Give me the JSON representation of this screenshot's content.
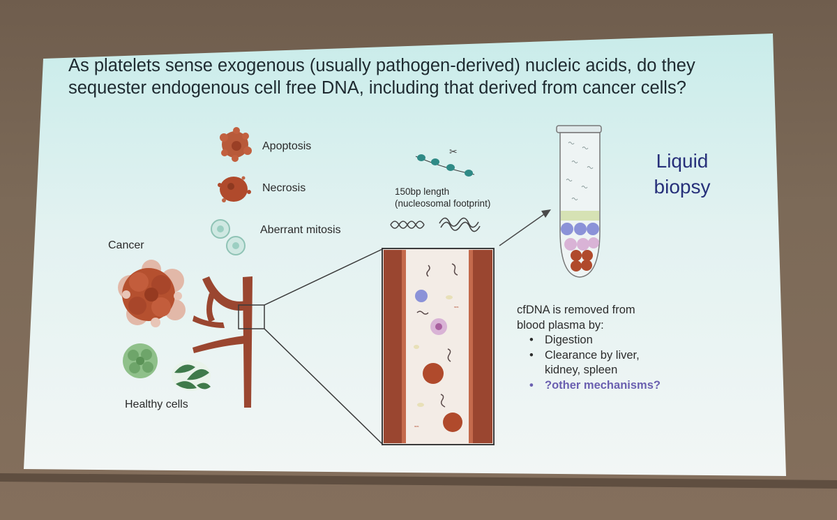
{
  "title": {
    "line1": "As platelets sense exogenous (usually pathogen-derived) nucleic acids, do they",
    "line2": "sequester endogenous cell free DNA, including that derived from cancer cells?"
  },
  "labels": {
    "apoptosis": "Apoptosis",
    "necrosis": "Necrosis",
    "aberrant_mitosis": "Aberrant mitosis",
    "cancer": "Cancer",
    "healthy_cells": "Healthy cells",
    "length_line1": "150bp length",
    "length_line2": "(nucleosomal footprint)"
  },
  "liquid_biopsy": {
    "line1": "Liquid",
    "line2": "biopsy"
  },
  "removal": {
    "heading_line1": "cfDNA is removed from",
    "heading_line2": "blood plasma by:",
    "bullets": [
      "Digestion",
      "Clearance by liver,",
      "kidney, spleen",
      "?other mechanisms?"
    ],
    "bullet_glyph": "•"
  },
  "colors": {
    "cell_brown": "#b04a2c",
    "vessel": "#9a4630",
    "plasma": "#f3ece6",
    "question_purple": "#6a5fb0",
    "liquid_blue": "#27307a"
  }
}
